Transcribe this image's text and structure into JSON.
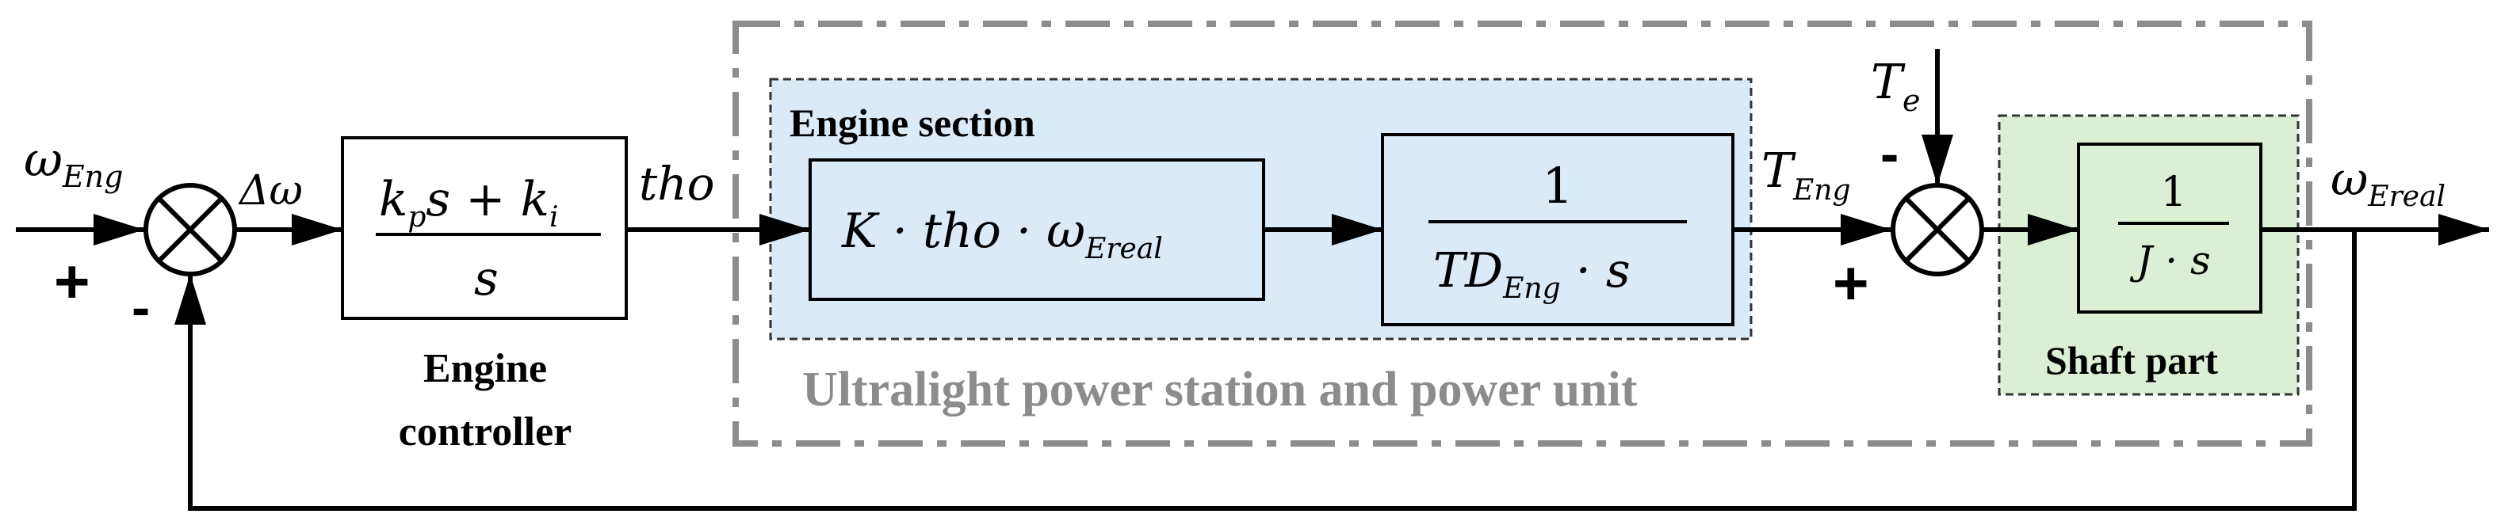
{
  "signals": {
    "input_omega": "ω",
    "input_sub": "Eng",
    "delta_omega": "Δω",
    "tho": "tho",
    "torque_T": "T",
    "torque_sub": "Eng",
    "load_T": "T",
    "load_sub": "e",
    "output_omega": "ω",
    "output_sub": "Ereal"
  },
  "signs": {
    "sum1_plus": "+",
    "sum1_minus": "-",
    "sum2_plus": "+",
    "sum2_minus": "-"
  },
  "controller": {
    "num_k1": "k",
    "num_p": "p",
    "num_s": "s + ",
    "num_k2": "k",
    "num_i": "i",
    "den": "s",
    "label_line1": "Engine",
    "label_line2": "controller"
  },
  "groups": {
    "outer_label": "Ultralight power station and power unit",
    "engine_label": "Engine section",
    "shaft_label": "Shaft part"
  },
  "engine_block": {
    "expr_main": "K · tho · ω",
    "expr_sub": "Ereal"
  },
  "delay_block": {
    "num": "1",
    "den_T": "TD",
    "den_sub": "Eng",
    "den_tail": " · s"
  },
  "shaft_block": {
    "num": "1",
    "den": "J · s"
  },
  "colors": {
    "engine_fill": "#dbeaf7",
    "shaft_fill": "#dcefd4",
    "outer_border": "#8c8c8c",
    "line": "#000000"
  }
}
